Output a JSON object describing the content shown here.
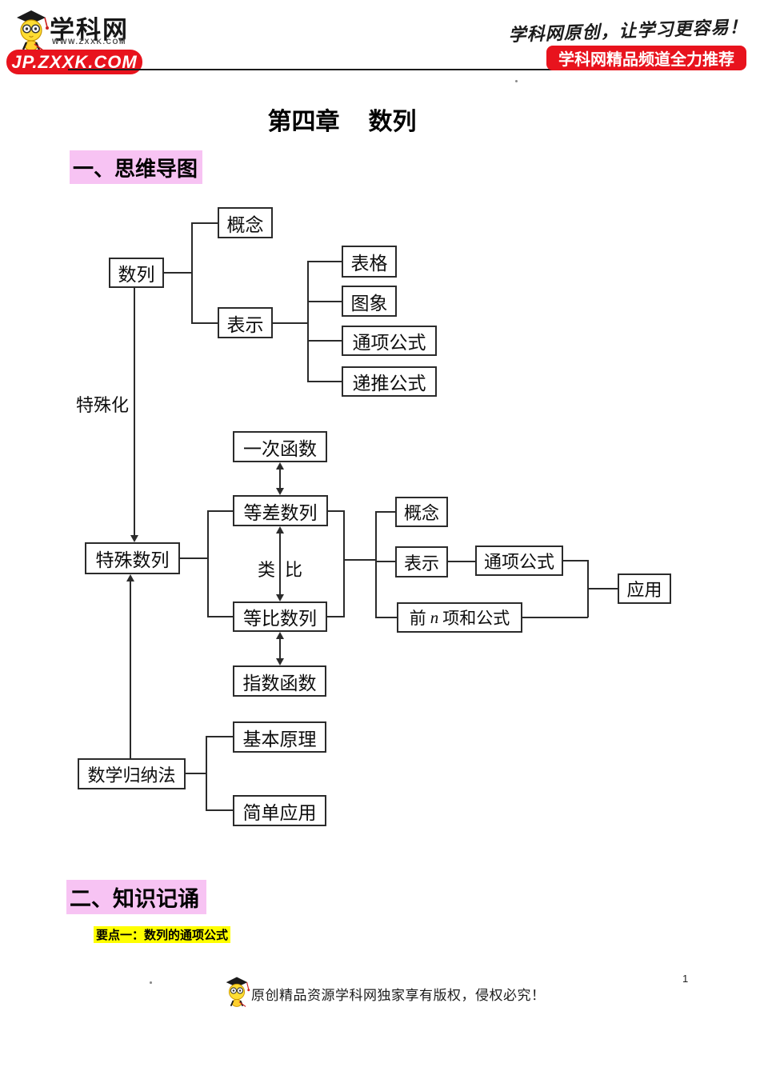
{
  "header": {
    "logo_text": "学科网",
    "logo_sub": "WWW.ZXXK.COM",
    "jp_banner": "JP.ZXXK.COM",
    "slogan": "学科网原创，让学习更容易！",
    "promo_banner": "学科网精品频道全力推荐"
  },
  "title": {
    "part1": "第四章",
    "part2": "数列"
  },
  "sections": {
    "one": "一、思维导图",
    "two": "二、知识记诵"
  },
  "keypoint": "要点一：数列的通项公式",
  "mindmap": {
    "seq": "数列",
    "concept_top": "概念",
    "represent_top": "表示",
    "table": "表格",
    "graph": "图象",
    "general_formula_top": "通项公式",
    "recursive_formula": "递推公式",
    "specialization": "特殊化",
    "linear_function": "一次函数",
    "arithmetic_seq": "等差数列",
    "special_seq": "特殊数列",
    "analogy_left": "类",
    "analogy_right": "比",
    "geometric_seq": "等比数列",
    "exponential_function": "指数函数",
    "concept_right": "概念",
    "represent_right": "表示",
    "general_formula_right": "通项公式",
    "sum_formula_pre": "前",
    "sum_formula_n": "n",
    "sum_formula_post": "项和公式",
    "application": "应用",
    "induction": "数学归纳法",
    "basic_principle": "基本原理",
    "simple_application": "简单应用"
  },
  "footer": {
    "copyright": "原创精品资源学科网独家享有版权，侵权必究！",
    "page_number": "1"
  },
  "colors": {
    "highlight_pink": "#f7c3f3",
    "highlight_yellow": "#ffff00",
    "brand_red": "#e8131d"
  }
}
